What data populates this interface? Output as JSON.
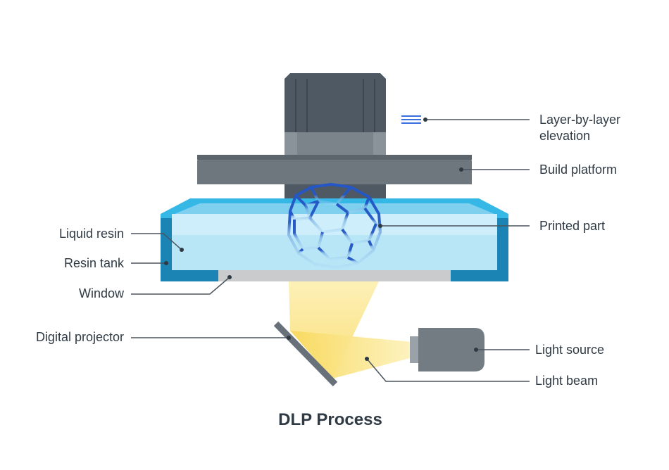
{
  "title": "DLP Process",
  "labels": {
    "layer_by_layer": [
      "Layer-by-layer",
      "elevation"
    ],
    "build_platform": "Build platform",
    "printed_part": "Printed part",
    "light_source": "Light source",
    "light_beam": "Light beam",
    "liquid_resin": "Liquid resin",
    "resin_tank": "Resin tank",
    "window": "Window",
    "digital_projector": "Digital projector"
  },
  "colors": {
    "text": "#2f3a44",
    "leader": "#4a545e",
    "motor_dark": "#4f5963",
    "platform": "#6e767e",
    "resin_light": "#b9e6f7",
    "tank_rim": "#35b8e6",
    "tank_wall": "#1b84b5",
    "part_blue": "#2457c5",
    "beam_yellow": "#fbe27a",
    "window_gray": "#c9cbcc"
  }
}
